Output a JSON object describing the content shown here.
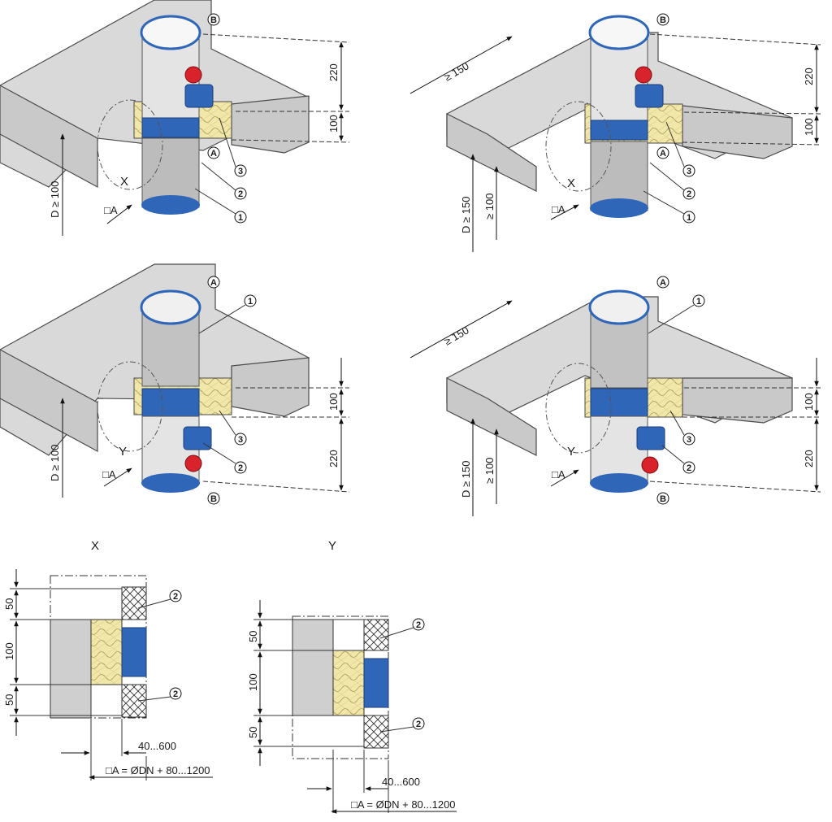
{
  "colors": {
    "slab": "#d9d9d9",
    "slab_side": "#c4c4c4",
    "slab_edge": "#4a4a4a",
    "pipe": "#e4e4e4",
    "pipe_dark": "#b9b9b9",
    "ring_blue": "#2f66b8",
    "insulation": "#f1e7a8",
    "handle_red": "#d8222c",
    "hatch": "#333333"
  },
  "markers": {
    "one": "1",
    "two": "2",
    "three": "3",
    "a": "A",
    "b": "B"
  },
  "views": {
    "top_left": {
      "dim_upper": "220",
      "dim_lower": "100",
      "dim_d": "D ≥ 100",
      "dim_square": "□A",
      "detail_ref": "X"
    },
    "top_right": {
      "dim_upper": "220",
      "dim_lower": "100",
      "dim_recess": "≥ 150",
      "dim_d": "D ≥ 150",
      "dim_min": "≥ 100",
      "dim_square": "□A",
      "detail_ref": "X"
    },
    "mid_left": {
      "dim_upper": "100",
      "dim_lower": "220",
      "dim_d": "D ≥ 100",
      "dim_square": "□A",
      "detail_ref": "Y"
    },
    "mid_right": {
      "dim_upper": "100",
      "dim_lower": "220",
      "dim_recess": "≥ 150",
      "dim_d": "D ≥ 150",
      "dim_min": "≥ 100",
      "dim_square": "□A",
      "detail_ref": "Y"
    }
  },
  "details": {
    "x": {
      "title": "X",
      "dims": [
        "50",
        "100",
        "50"
      ],
      "gap": "40...600",
      "square": "□A = ØDN + 80...1200"
    },
    "y": {
      "title": "Y",
      "dims": [
        "50",
        "100",
        "50"
      ],
      "gap": "40...600",
      "square": "□A = ØDN + 80...1200"
    }
  }
}
